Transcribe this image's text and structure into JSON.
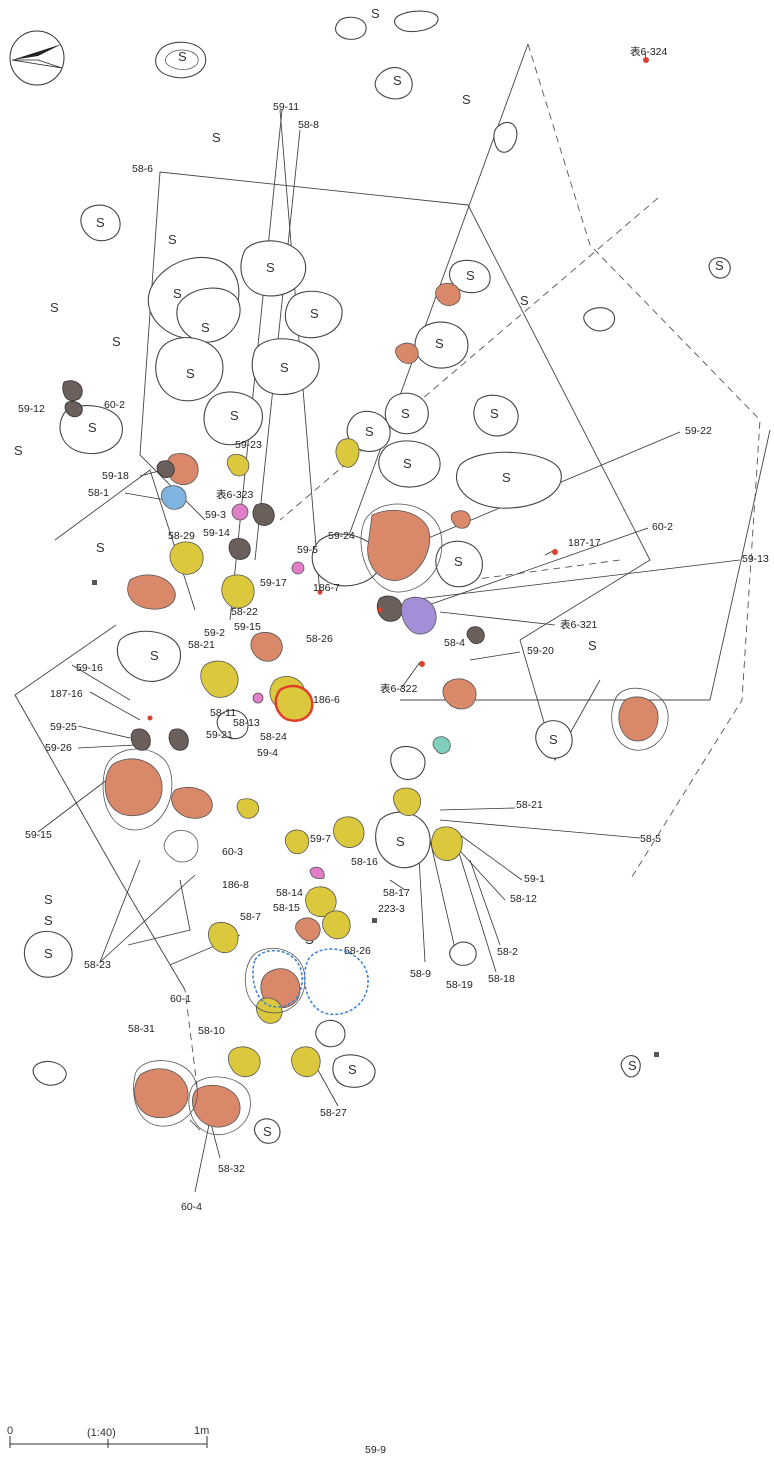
{
  "scale_bar": {
    "zero": "0",
    "ratio": "(1:40)",
    "max": "1m"
  },
  "stone_marker": "S",
  "colors": {
    "orange": "#d9896a",
    "yellow": "#dcc83c",
    "dark": "#6b5f5c",
    "pink": "#e07fc8",
    "purple": "#a58ed8",
    "blue": "#7fb3e0",
    "red": "#e0402a",
    "teal": "#7fcfbf",
    "outline": "#444444"
  },
  "labels": [
    "表6-324",
    "59-11",
    "58-8",
    "58-6",
    "59-12",
    "60-2",
    "59-23",
    "59-18",
    "58-1",
    "表6-323",
    "59-3",
    "58-29",
    "59-14",
    "59-5",
    "59-24",
    "186-7",
    "187-17",
    "59-22",
    "60-2",
    "59-13",
    "59-17",
    "58-22",
    "59-15",
    "59-2",
    "58-26",
    "表6-321",
    "58-4",
    "59-20",
    "58-21",
    "59-16",
    "187-16",
    "186-6",
    "表6-322",
    "58-11",
    "58-13",
    "58-24",
    "59-4",
    "59-25",
    "59-21",
    "59-26",
    "59-15",
    "58-21",
    "58-5",
    "60-3",
    "59-7",
    "58-16",
    "59-1",
    "58-12",
    "186-8",
    "58-14",
    "58-15",
    "58-17",
    "223-3",
    "58-7",
    "58-26",
    "58-9",
    "58-19",
    "58-2",
    "58-18",
    "58-23",
    "60-1",
    "58-10",
    "58-31",
    "58-27",
    "58-32",
    "60-4",
    "59-9"
  ]
}
